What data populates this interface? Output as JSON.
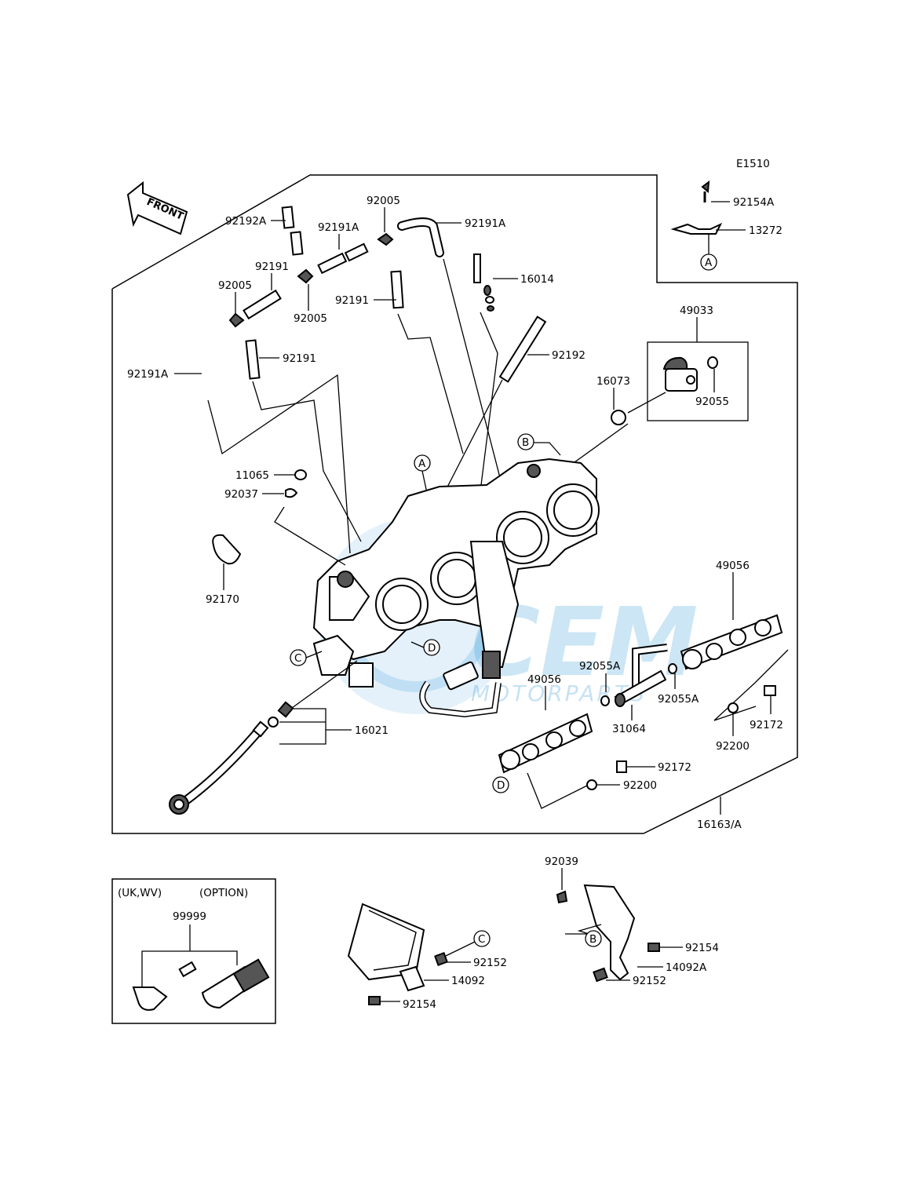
{
  "diagram_code": "E1510",
  "front_arrow": "FRONT",
  "watermark": {
    "brand": "CEM",
    "sub": "MOTORPARTS",
    "color": "#1e8fd6"
  },
  "refs": {
    "A": "A",
    "B": "B",
    "C": "C",
    "D": "D"
  },
  "parts": {
    "p92154A": "92154A",
    "p13272": "13272",
    "p92005_top": "92005",
    "p92191A_top": "92191A",
    "p92192A": "92192A",
    "p92191A_mid": "92191A",
    "p92191_a": "92191",
    "p92005_left": "92005",
    "p92005_mid": "92005",
    "p16014": "16014",
    "p92191_b": "92191",
    "p49033": "49033",
    "p92192": "92192",
    "p92191_c": "92191",
    "p92191A_left": "92191A",
    "p16073": "16073",
    "p92055": "92055",
    "p11065": "11065",
    "p92037": "92037",
    "p49056_right": "49056",
    "p92170": "92170",
    "p92055A_a": "92055A",
    "p49056_left": "49056",
    "p92055A_b": "92055A",
    "p31064": "31064",
    "p92172_a": "92172",
    "p92200_a": "92200",
    "p16021": "16021",
    "p92172_b": "92172",
    "p92200_b": "92200",
    "p16163A": "16163/A",
    "p92039": "92039",
    "p99999": "99999",
    "p92152_a": "92152",
    "p14092": "14092",
    "p92154_a": "92154",
    "p92154_b": "92154",
    "p14092A": "14092A",
    "p92152_b": "92152"
  },
  "option_box": {
    "region": "(UK,WV)",
    "option": "(OPTION)"
  }
}
